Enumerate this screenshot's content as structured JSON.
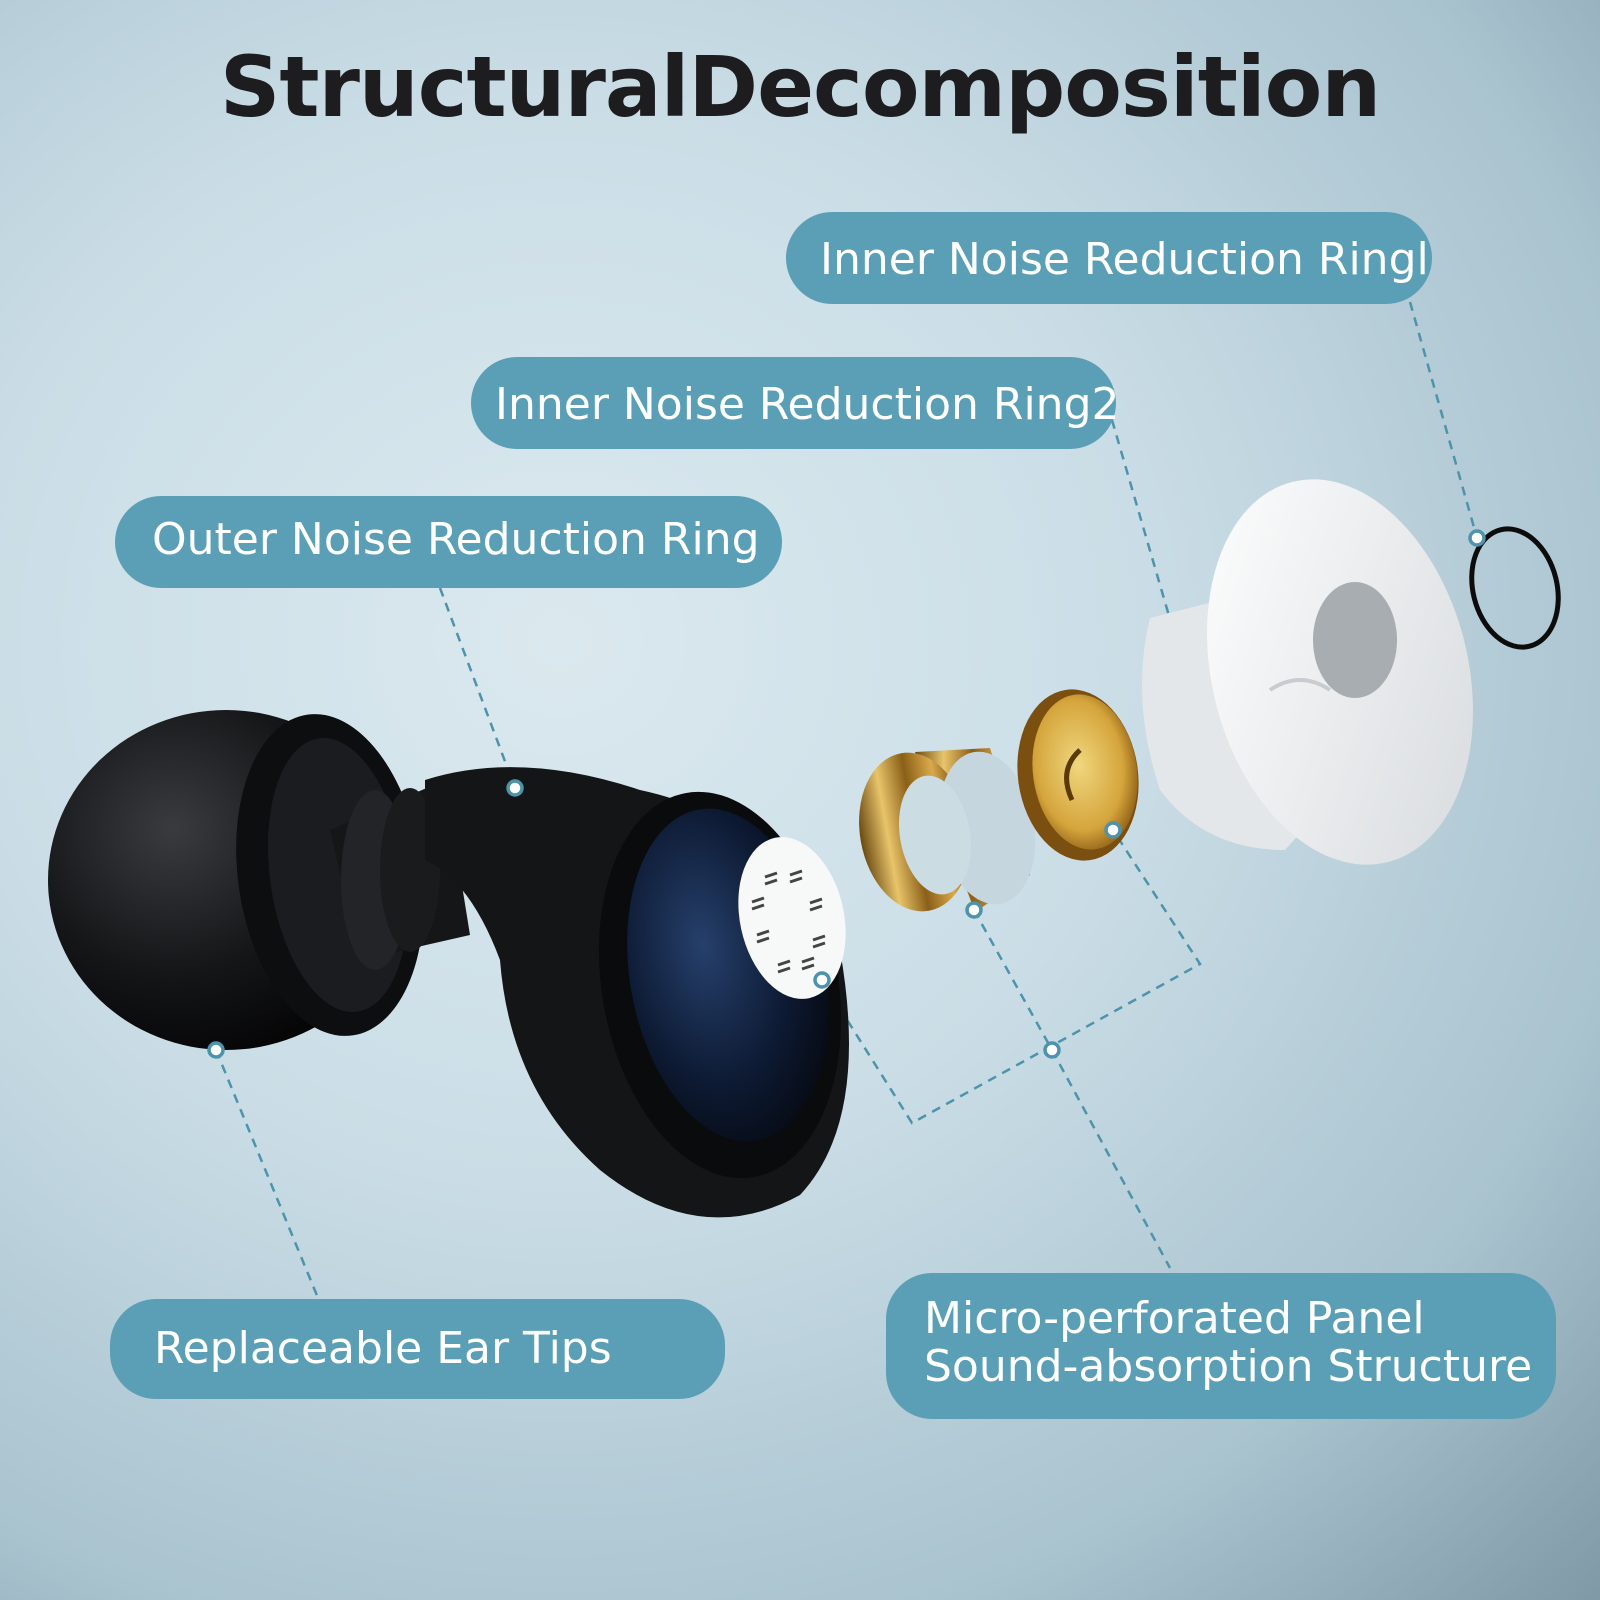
{
  "title": "StructuralDecomposition",
  "labels": {
    "inner_ring_1": "Inner Noise Reduction Ringl",
    "inner_ring_2": "Inner Noise Reduction Ring2",
    "outer_ring": "Outer Noise Reduction Ring",
    "ear_tips": "Replaceable Ear Tips",
    "panel_line1": "Micro-perforated Panel",
    "panel_line2": "Sound-absorption Structure"
  },
  "colors": {
    "pill": "#5b9fb6",
    "leader": "#4d93ab",
    "earplug": "#111214",
    "gold": "#c9962e",
    "white_part": "#f2f3f4"
  },
  "parts": [
    "black-earplug-body",
    "replaceable-ear-tip",
    "micro-perforated-panel",
    "gold-ring",
    "gold-disc",
    "white-housing",
    "o-ring"
  ]
}
